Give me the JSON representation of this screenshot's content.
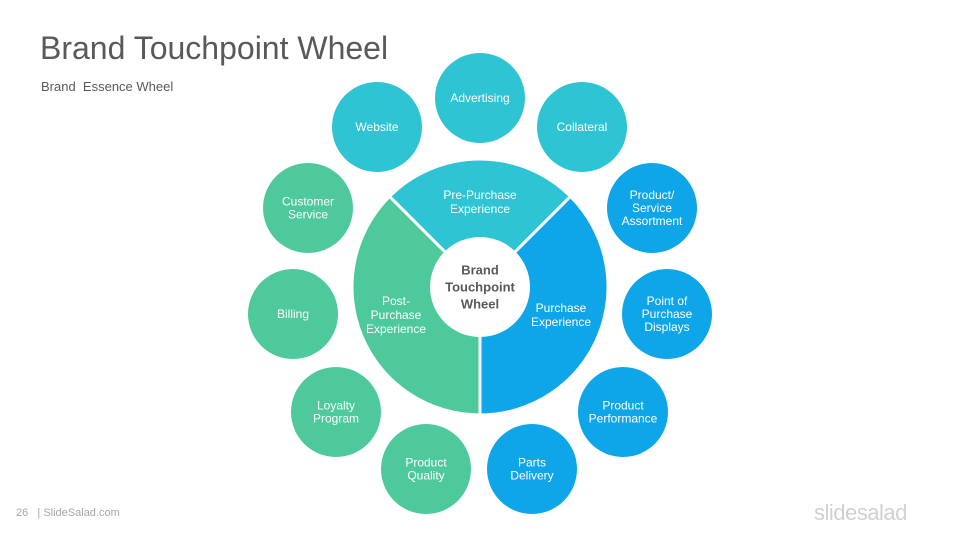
{
  "title": "Brand Touchpoint Wheel",
  "subtitle": "Brand  Essence Wheel",
  "footer": {
    "page_number": "26",
    "source": "| SlideSalad.com",
    "brand_logo": "slidesalad"
  },
  "colors": {
    "teal": "#2ec4d3",
    "green": "#4dc99c",
    "blue": "#0ea5e9",
    "text_dark": "#595959"
  },
  "center_label": [
    "Brand",
    "Touchpoint",
    "Wheel"
  ],
  "segments": [
    {
      "id": "pre",
      "label": [
        "Pre-Purchase",
        "Experience"
      ],
      "color": "#2ec4d3"
    },
    {
      "id": "purchase",
      "label": [
        "Purchase",
        "Experience"
      ],
      "color": "#0ea5e9"
    },
    {
      "id": "post",
      "label": [
        "Post-",
        "Purchase",
        "Experience"
      ],
      "color": "#4dc99c"
    }
  ],
  "touchpoints": [
    {
      "label": [
        "Advertising"
      ],
      "color": "#2ec4d3"
    },
    {
      "label": [
        "Collateral"
      ],
      "color": "#2ec4d3"
    },
    {
      "label": [
        "Product/",
        "Service",
        "Assortment"
      ],
      "color": "#0ea5e9"
    },
    {
      "label": [
        "Point of",
        "Purchase",
        "Displays"
      ],
      "color": "#0ea5e9"
    },
    {
      "label": [
        "Product",
        "Performance"
      ],
      "color": "#0ea5e9"
    },
    {
      "label": [
        "Parts",
        "Delivery"
      ],
      "color": "#0ea5e9"
    },
    {
      "label": [
        "Product",
        "Quality"
      ],
      "color": "#4dc99c"
    },
    {
      "label": [
        "Loyalty",
        "Program"
      ],
      "color": "#4dc99c"
    },
    {
      "label": [
        "Billing"
      ],
      "color": "#4dc99c"
    },
    {
      "label": [
        "Customer",
        "Service"
      ],
      "color": "#4dc99c"
    },
    {
      "label": [
        "Website"
      ],
      "color": "#2ec4d3"
    }
  ]
}
